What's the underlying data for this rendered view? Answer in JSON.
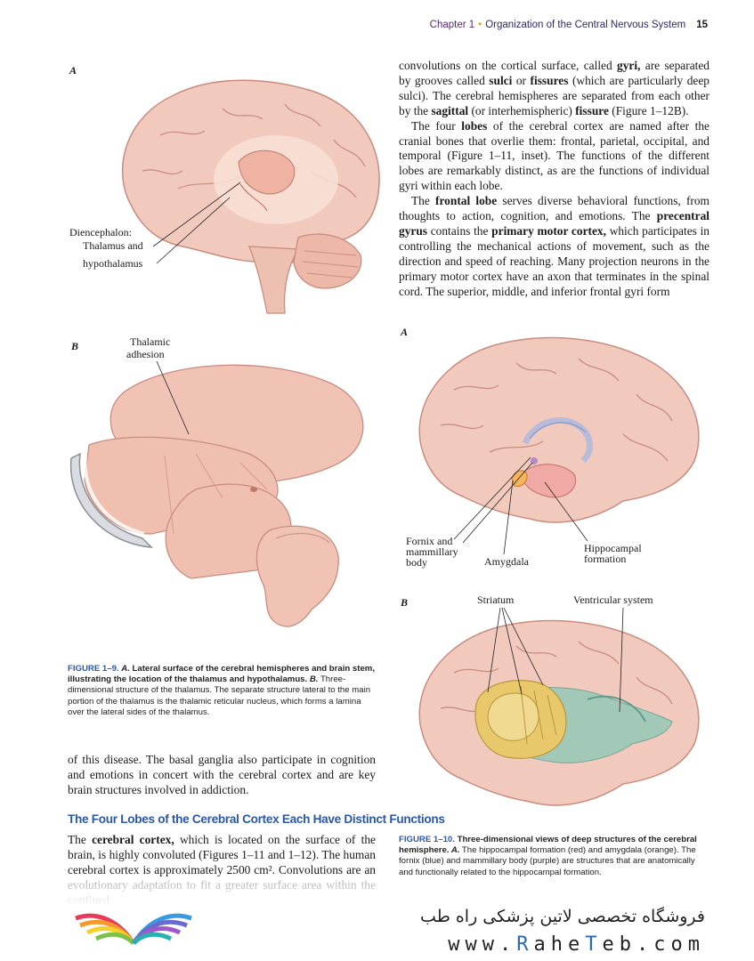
{
  "header": {
    "chapter": "Chapter 1",
    "separator": "•",
    "title": "Organization of the Central Nervous System",
    "page": "15"
  },
  "figure_1_9": {
    "panel_a": "A",
    "panel_b": "B",
    "label_diencephalon": "Diencephalon:",
    "label_thalamus_and": "Thalamus and",
    "label_hypothalamus": "hypothalamus",
    "label_thalamic": "Thalamic",
    "label_adhesion": "adhesion",
    "caption_fig": "FIGURE 1–9.",
    "caption_a": "A.",
    "caption_text_1": " Lateral surface of the cerebral hemispheres and brain stem, illustrating the location of the thalamus and hypothalamus. ",
    "caption_b": "B.",
    "caption_text_2": " Three-dimensional structure of the thalamus. The separate structure lateral to the main portion of the thalamus is the thalamic reticular nucleus, which forms a lamina over the lateral sides of the thalamus."
  },
  "figure_1_10": {
    "panel_a": "A",
    "panel_b": "B",
    "label_fornix": "Fornix and",
    "label_mammillary": "mammillary",
    "label_body": "body",
    "label_amygdala": "Amygdala",
    "label_hippocampal": "Hippocampal",
    "label_formation": "formation",
    "label_striatum": "Striatum",
    "label_ventricular": "Ventricular system",
    "caption_fig": "FIGURE 1–10.",
    "caption_bold": " Three-dimensional views of deep structures of the cerebral hemisphere.",
    "caption_a": " A.",
    "caption_text": " The hippocampal formation (red) and amygdala (orange). The fornix (blue) and mammillary body (purple) are structures that are anatomically and functionally related to the hippocampal formation."
  },
  "text_right": {
    "p1_a": "convolutions on the cortical surface, called ",
    "p1_gyri": "gyri,",
    "p1_b": " are separated by grooves called ",
    "p1_sulci": "sulci",
    "p1_or": " or ",
    "p1_fissures": "fissures",
    "p1_c": " (which are particularly deep sulci). The cerebral hemispheres are separated from each other by the ",
    "p1_sagittal": "sagittal",
    "p1_d": " (or interhemispheric) ",
    "p1_fissure": "fissure",
    "p1_e": " (Figure 1–12B).",
    "p2_a": "The four ",
    "p2_lobes": "lobes",
    "p2_b": " of the cerebral cortex are named after the cranial bones that overlie them: frontal, parietal, occipital, and temporal (Figure 1–11, inset). The functions of the different lobes are remarkably distinct, as are the functions of individual gyri within each lobe.",
    "p3_a": "The ",
    "p3_frontal": "frontal lobe",
    "p3_b": " serves diverse behavioral functions, from thoughts to action, cognition, and emotions. The ",
    "p3_precentral": "precentral gyrus",
    "p3_c": " contains the ",
    "p3_primary": "primary motor cortex,",
    "p3_d": " which participates in controlling the mechanical actions of movement, such as the direction and speed of reaching. Many projection neurons in the primary motor cortex have an axon that terminates in the spinal cord. The superior, middle, and inferior frontal gyri form"
  },
  "text_left": {
    "p1": "of this disease. The basal ganglia also participate in cognition and emotions in concert with the cerebral cortex and are key brain structures involved in addiction.",
    "section_heading": "The Four Lobes of the Cerebral Cortex Each Have Distinct Functions",
    "p2_a": "The ",
    "p2_cortex": "cerebral cortex,",
    "p2_b": " which is located on the surface of the brain, is highly convoluted (Figures 1–11 and 1–12). The human cerebral cortex is approximately 2500 cm². Convolutions are an evolutionary adaptation to fit a greater surface area within the confined"
  },
  "watermark": {
    "persian": "فروشگاه تخصصی لاتین پزشکی راه طب",
    "url_a": "www.",
    "url_r": "R",
    "url_ahe": "ahe",
    "url_t": "T",
    "url_eb": "eb",
    "url_com": ".com"
  },
  "colors": {
    "caption_blue": "#2b57a8",
    "brain_pink": "#f2c9bd",
    "striatum": "#e8c86a",
    "ventricle": "#8fc9b8",
    "fornix": "#a9b8e0"
  }
}
